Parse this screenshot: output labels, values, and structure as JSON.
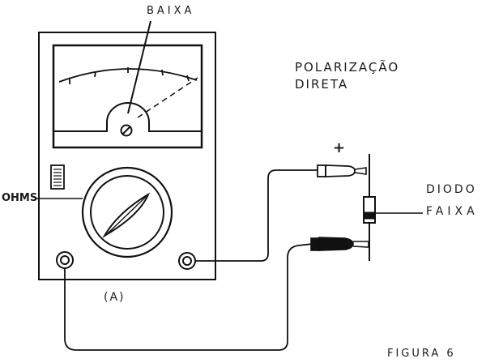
{
  "labels": {
    "baixa": "BAIXA",
    "polarization_line1": "POLARIZAÇÃO",
    "polarization_line2": "DIRETA",
    "plus": "+",
    "diode": "DIODO",
    "band": "FAIXA",
    "ohms": "OHMS",
    "panel_id": "(A)",
    "figure": "FIGURA 6"
  },
  "colors": {
    "ink": "#111111",
    "background": "#ffffff"
  }
}
